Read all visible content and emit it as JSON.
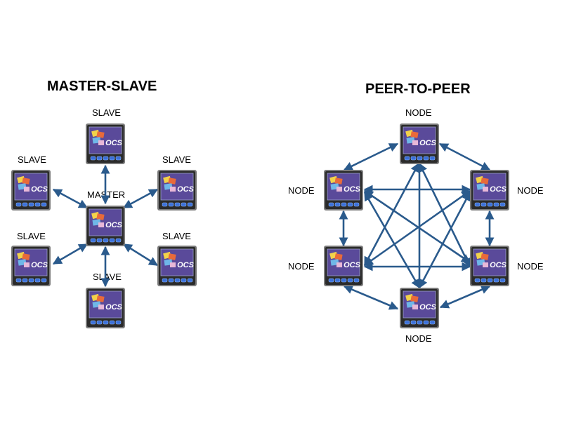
{
  "master_slave": {
    "title": "MASTER-SLAVE",
    "master_label": "MASTER",
    "slave_label": "SLAVE"
  },
  "peer_to_peer": {
    "title": "PEER-TO-PEER",
    "node_label": "NODE"
  },
  "device": {
    "screen_text": "OCS",
    "icon": "ocs-controller-icon"
  },
  "colors": {
    "arrow": "#2a5a8c",
    "screen": "#5a4a9a",
    "bezel": "#2b2b2b",
    "button": "#3a6fd8"
  }
}
